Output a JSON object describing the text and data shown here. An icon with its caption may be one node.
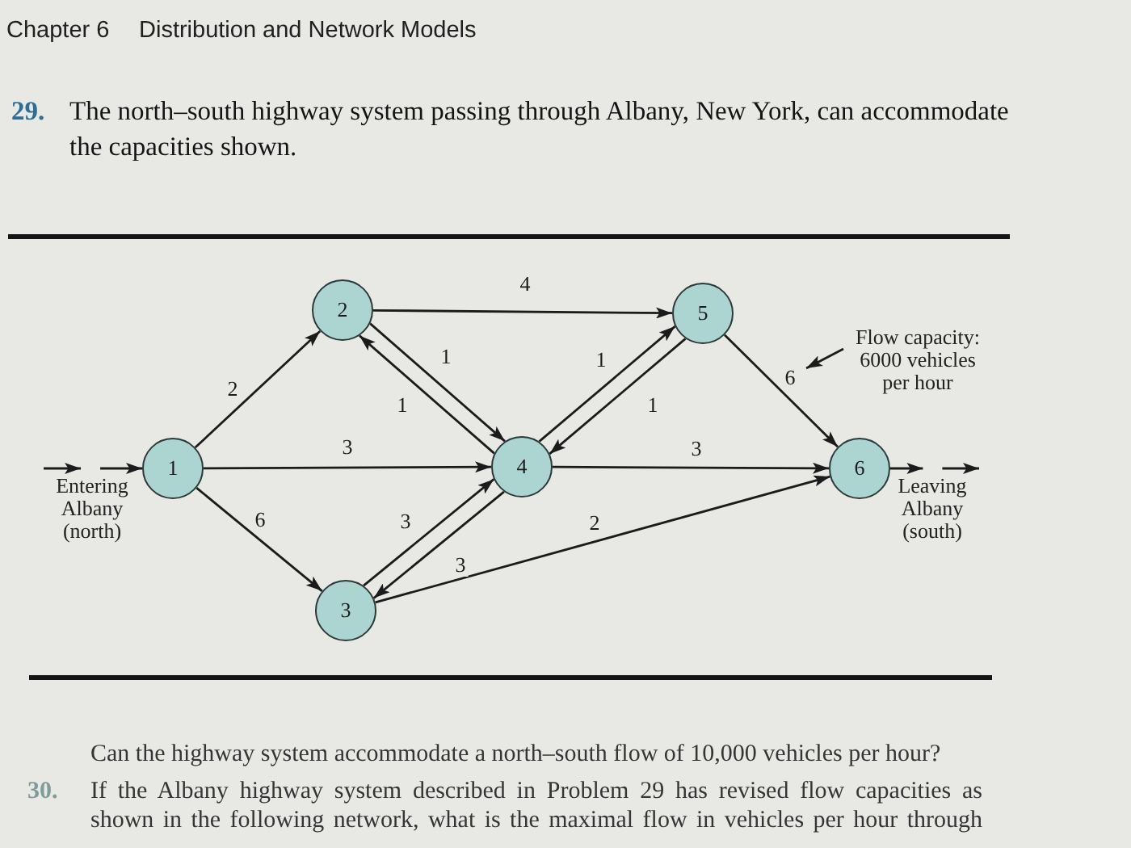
{
  "diagram": {
    "nodes": [
      {
        "text": [
          "1"
        ]
      },
      {
        "text": [
          "2"
        ]
      },
      {
        "text": [
          "3"
        ]
      },
      {
        "text": [
          "4"
        ]
      },
      {
        "text": [
          "5"
        ]
      },
      {
        "text": [
          "6"
        ]
      },
      {
        "text": [
          "Flow capacity: 6000 vehicles per hour"
        ]
      },
      {
        "text": [
          "Entering Albany (north)"
        ]
      },
      {
        "text": [
          "Leaving Albany (south)"
        ]
      }
    ],
    "edges": [
      {
        "from": 7,
        "to": 0,
        "arrow": "to",
        "style": "dashed"
      },
      {
        "from": 0,
        "to": 1,
        "arrow": "to",
        "label": "2"
      },
      {
        "from": 0,
        "to": 3,
        "arrow": "to",
        "label": "3"
      },
      {
        "from": 0,
        "to": 2,
        "arrow": "to",
        "label": "6"
      },
      {
        "from": 1,
        "to": 4,
        "arrow": "to",
        "label": "4"
      },
      {
        "from": 1,
        "to": 3,
        "arrow": "to",
        "label": "1"
      },
      {
        "from": 3,
        "to": 1,
        "arrow": "to",
        "label": "1"
      },
      {
        "from": 2,
        "to": 3,
        "arrow": "to",
        "label": "3"
      },
      {
        "from": 3,
        "to": 2,
        "arrow": "to",
        "label": "3"
      },
      {
        "from": 3,
        "to": 4,
        "arrow": "to",
        "label": "1"
      },
      {
        "from": 4,
        "to": 3,
        "arrow": "to",
        "label": "1"
      },
      {
        "from": 3,
        "to": 5,
        "arrow": "to",
        "label": "3"
      },
      {
        "from": 2,
        "to": 5,
        "arrow": "to",
        "label": "2"
      },
      {
        "from": 4,
        "to": 5,
        "arrow": "to",
        "label": "6"
      },
      {
        "from": 5,
        "to": 8,
        "arrow": "to",
        "style": "dashed"
      },
      {
        "from": 6,
        "to": null,
        "arrow": "to"
      }
    ],
    "labels": [
      "Chapter 6",
      "Distribution and Network Models",
      "29.",
      "The north–south highway system passing through Albany, New York, can accommodate the capacities shown.",
      "Can the highway system accommodate a north–south flow of 10,000 vehicles per hour?",
      "30.",
      "If the Albany highway system described in Problem 29 has revised flow capacities as shown in the following network, what is the maximal flow in vehicles per hour through"
    ]
  }
}
